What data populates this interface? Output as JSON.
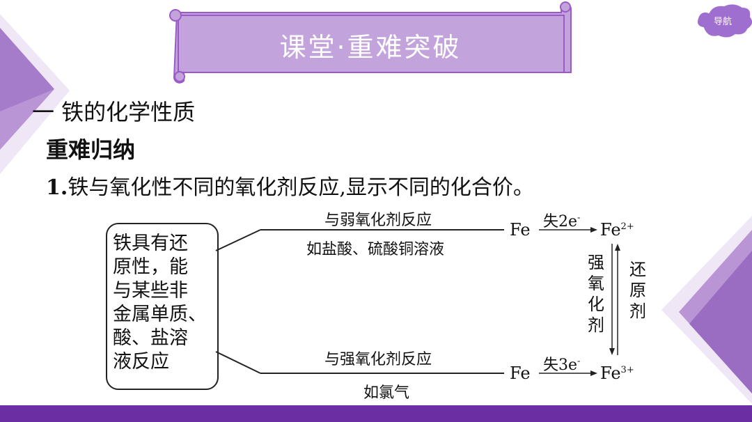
{
  "banner": {
    "title": "课堂·重难突破"
  },
  "nav": {
    "label": "导航"
  },
  "section": {
    "heading": "一  铁的化学性质",
    "subheading": "重难归纳"
  },
  "point1": {
    "number": "1.",
    "text": "铁与氧化性不同的氧化剂反应,显示不同的化合价。"
  },
  "diagram": {
    "box_text": "铁具有还\n原性，能\n与某些非\n金属单质、\n酸、盐溶\n液反应",
    "upper_label": "与弱氧化剂反应",
    "upper_example": "如盐酸、硫酸铜溶液",
    "lower_label": "与强氧化剂反应",
    "lower_example": "如氯气",
    "fe_upper": "Fe",
    "fe_lower": "Fe",
    "loss_upper": "失2e",
    "loss_lower": "失3e",
    "electron_charge": "-",
    "fe2": "Fe",
    "fe2_charge": "2+",
    "fe3": "Fe",
    "fe3_charge": "3+",
    "strong_oxidant": "强氧化剂",
    "reductant": "还原剂"
  },
  "colors": {
    "accent": "#6b2fa3",
    "banner_fill": "#c3a3dc",
    "banner_border": "#9b59c8"
  }
}
